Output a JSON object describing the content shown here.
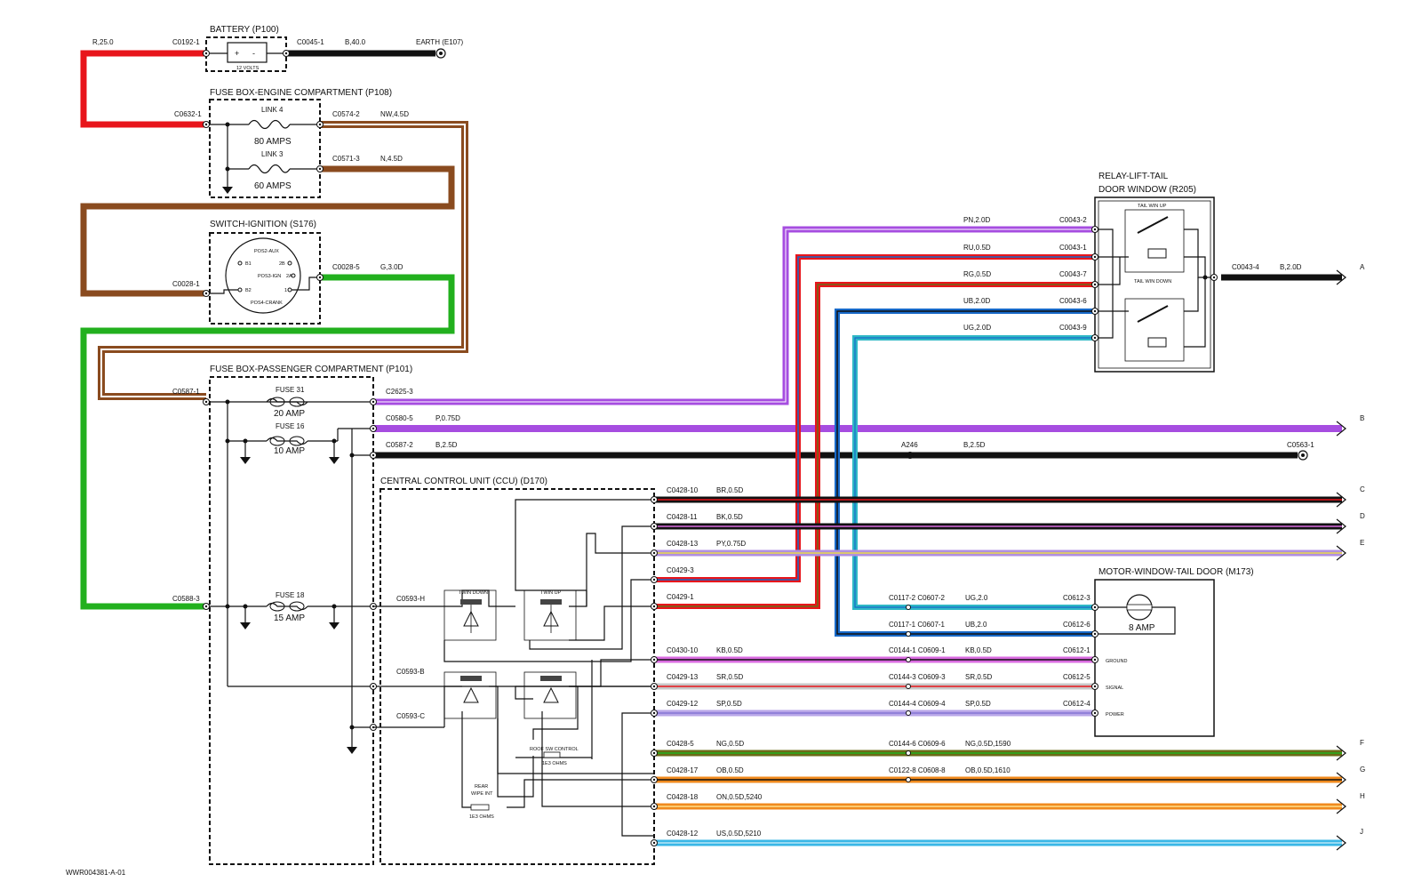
{
  "components": {
    "battery": {
      "title": "BATTERY (P100)",
      "volts": "12 VOLTS",
      "plus": "+",
      "minus": "-"
    },
    "fusebox_engine": {
      "title": "FUSE BOX-ENGINE COMPARTMENT (P108)",
      "link4": "LINK 4",
      "link4_amps": "80 AMPS",
      "link3": "LINK 3",
      "link3_amps": "60 AMPS"
    },
    "ignition": {
      "title": "SWITCH-IGNITION (S176)",
      "pos_aux": "POS2-AUX",
      "pos_ign": "POS3-IGN",
      "pos_crank": "POS4-CRANK",
      "b1": "B1",
      "b2": "B2",
      "p2b": "2B",
      "p2a": "2A",
      "p1": "1"
    },
    "fusebox_pass": {
      "title": "FUSE BOX-PASSENGER COMPARTMENT (P101)",
      "fuse31": "FUSE 31",
      "fuse31_amps": "20 AMP",
      "fuse16": "FUSE 16",
      "fuse16_amps": "10 AMP",
      "fuse18": "FUSE 18",
      "fuse18_amps": "15 AMP"
    },
    "ccu": {
      "title": "CENTRAL CONTROL UNIT (CCU) (D170)",
      "twin_down": "TWIN DOWN",
      "twin_up": "TWIN UP",
      "roof_sw": "ROOF SW CONTROL",
      "roof_ohms": "1E3 OHMS",
      "rear_wipe1": "REAR",
      "rear_wipe2": "WIPE INT",
      "rear_ohms": "1E3 OHMS"
    },
    "relay": {
      "title1": "RELAY-LIFT-TAIL",
      "title2": "DOOR WINDOW (R205)",
      "win_up": "TAIL WIN UP",
      "win_down": "TAIL WIN DOWN"
    },
    "motor": {
      "title": "MOTOR-WINDOW-TAIL DOOR (M173)",
      "amps": "8 AMP",
      "ground": "GROUND",
      "signal": "SIGNAL",
      "power": "POWER"
    }
  },
  "labels": {
    "r25": "R,25.0",
    "c0192_1": "C0192-1",
    "c0045_1": "C0045-1",
    "b40": "B,40.0",
    "earth": "EARTH (E107)",
    "c0632_1": "C0632-1",
    "c0574_2": "C0574-2",
    "nw45": "NW,4.5D",
    "c0571_3": "C0571-3",
    "n45": "N,4.5D",
    "c0028_1": "C0028-1",
    "c0028_5": "C0028-5",
    "g30": "G,3.0D",
    "c0587_1": "C0587-1",
    "c2625_3": "C2625-3",
    "c0580_5": "C0580-5",
    "p075": "P,0.75D",
    "c0587_2": "C0587-2",
    "b25": "B,2.5D",
    "a246": "A246",
    "b25b": "B,2.5D",
    "c0563_1": "C0563-1",
    "c0588_3": "C0588-3",
    "c0593_h": "C0593-H",
    "c0593_b": "C0593-B",
    "c0593_c": "C0593-C",
    "pn20": "PN,2.0D",
    "c0043_2": "C0043-2",
    "ru05": "RU,0.5D",
    "c0043_1": "C0043-1",
    "rg05": "RG,0.5D",
    "c0043_7": "C0043-7",
    "ub20": "UB,2.0D",
    "c0043_6": "C0043-6",
    "ug20": "UG,2.0D",
    "c0043_9": "C0043-9",
    "c0043_4": "C0043-4",
    "b20": "B,2.0D",
    "c0428_10": "C0428-10",
    "br05": "BR,0.5D",
    "c0428_11": "C0428-11",
    "bk05": "BK,0.5D",
    "c0428_13": "C0428-13",
    "py075": "PY,0.75D",
    "c0429_3": "C0429-3",
    "c0429_1": "C0429-1",
    "c0117_2": "C0117-2 C0607-2",
    "ug20b": "UG,2.0",
    "c0612_3": "C0612-3",
    "c0117_1": "C0117-1 C0607-1",
    "ub20b": "UB,2.0",
    "c0612_6": "C0612-6",
    "c0430_10": "C0430-10",
    "kb05": "KB,0.5D",
    "c0144_1": "C0144-1 C0609-1",
    "kb05b": "KB,0.5D",
    "c0612_1": "C0612-1",
    "c0429_13": "C0429-13",
    "sr05": "SR,0.5D",
    "c0144_3": "C0144-3 C0609-3",
    "sr05b": "SR,0.5D",
    "c0612_5": "C0612-5",
    "c0429_12": "C0429-12",
    "sp05": "SP,0.5D",
    "c0144_4": "C0144-4 C0609-4",
    "sp05b": "SP,0.5D",
    "c0612_4": "C0612-4",
    "c0428_5": "C0428-5",
    "ng05": "NG,0.5D",
    "c0144_6": "C0144-6 C0609-6",
    "ng05b": "NG,0.5D,1590",
    "c0428_17": "C0428-17",
    "ob05": "OB,0.5D",
    "c0122_8": "C0122-8 C0608-8",
    "ob05b": "OB,0.5D,1610",
    "c0428_18": "C0428-18",
    "on05": "ON,0.5D,5240",
    "c0428_12": "C0428-12",
    "us05": "US,0.5D,5210",
    "end_a": "A",
    "end_b": "B",
    "end_c": "C",
    "end_d": "D",
    "end_e": "E",
    "end_f": "F",
    "end_g": "G",
    "end_h": "H",
    "end_j": "J",
    "docid": "WWR004381-A-01"
  },
  "wire_colors": {
    "red": "#e8151b",
    "black": "#111111",
    "brown": "#8a4b1f",
    "green": "#22b01e",
    "purple": "#a64de0",
    "cyan": "#2fb8c6",
    "blue": "#1769c8",
    "orange": "#f08a1e",
    "lightblue": "#3ab7e6",
    "olive": "#6b6b17",
    "pink": "#d96be0",
    "lilac": "#b8a6e8"
  }
}
